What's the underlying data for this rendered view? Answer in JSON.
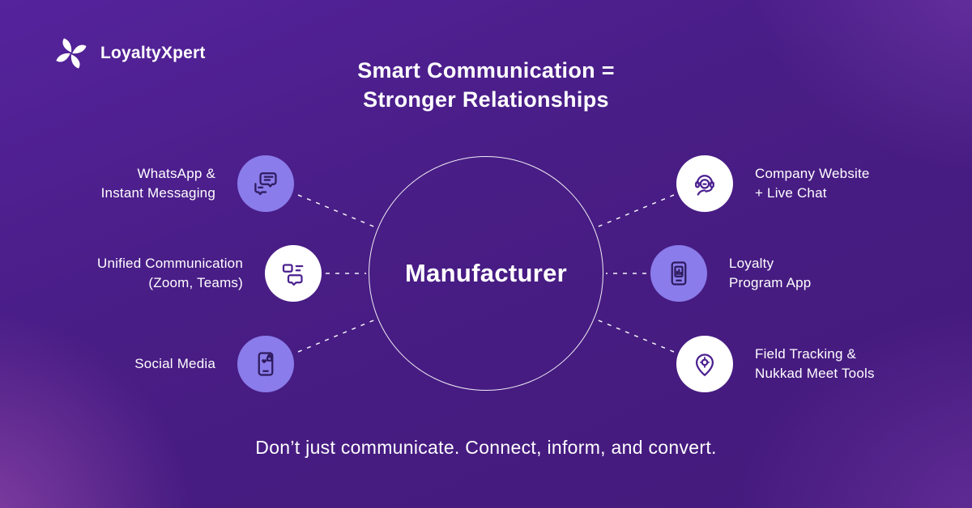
{
  "brand": {
    "name": "LoyaltyXpert"
  },
  "title": {
    "line1": "Smart Communication =",
    "line2": "Stronger Relationships"
  },
  "center": {
    "label": "Manufacturer"
  },
  "left_items": [
    {
      "label": "WhatsApp &\nInstant Messaging",
      "icon": "chat-messages-icon"
    },
    {
      "label": "Unified Communication\n(Zoom, Teams)",
      "icon": "unified-communication-icon"
    },
    {
      "label": "Social Media",
      "icon": "social-media-phone-icon"
    }
  ],
  "right_items": [
    {
      "label": "Company Website\n+ Live Chat",
      "icon": "live-chat-support-icon"
    },
    {
      "label": "Loyalty\nProgram App",
      "icon": "loyalty-program-app-icon"
    },
    {
      "label": "Field Tracking &\nNukkad Meet Tools",
      "icon": "location-pin-icon"
    }
  ],
  "footer": {
    "text": "Don’t just communicate. Connect, inform, and convert."
  },
  "colors": {
    "background": "#481D85",
    "accent_lavender": "#8A7CEA",
    "icon_dark": "#2E1A5E",
    "icon_purple": "#4A2090",
    "text": "#FFFFFF"
  }
}
